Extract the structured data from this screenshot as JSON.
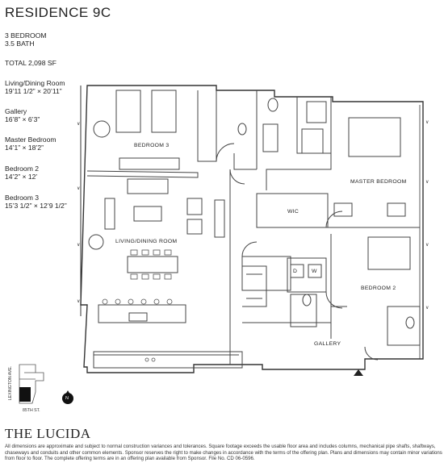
{
  "residence": "RESIDENCE 9C",
  "bedrooms": "3 BEDROOM",
  "baths": "3.5 BATH",
  "total": "TOTAL 2,098 SF",
  "rooms": [
    {
      "name": "Living/Dining Room",
      "dim": "19’11 1/2” × 20’11”"
    },
    {
      "name": "Gallery",
      "dim": "16’8” × 6’3”"
    },
    {
      "name": "Master Bedroom",
      "dim": "14’1” × 18’2”"
    },
    {
      "name": "Bedroom 2",
      "dim": "14’2” × 12’"
    },
    {
      "name": "Bedroom 3",
      "dim": "15’3 1/2” × 12’9 1/2”"
    }
  ],
  "plan_labels": {
    "bedroom3": "BEDROOM 3",
    "master": "MASTER BEDROOM",
    "wic": "WIC",
    "living": "LIVING/DINING ROOM",
    "d": "D",
    "w": "W",
    "bedroom2": "BEDROOM 2",
    "gallery": "GALLERY"
  },
  "keyplan": {
    "avenue": "LEXINGTON AVE.",
    "street": "85TH ST.",
    "north": "N"
  },
  "brand": "THE LUCIDA",
  "disclaimer": "All dimensions are approximate and subject to normal construction variances and tolerances.  Square footage exceeds the usable floor area and includes columns, mechanical pipe shafts, shaftways, chaseways and conduits and other common elements.  Sponsor reserves the right to make changes in accordance with the terms of the offering plan. Plans and dimensions may contain minor variations from floor to floor. The complete offering terms are in an offering plan available from Sponsor.  File No. CD 06-0596."
}
